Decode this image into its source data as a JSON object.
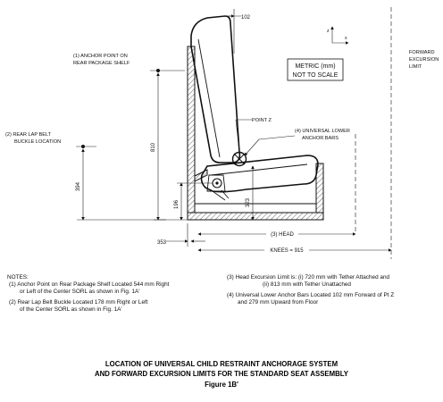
{
  "labels": {
    "anchor_rear_shelf_1": "(1) ANCHOR POINT ON",
    "anchor_rear_shelf_2": "REAR PACKAGE SHELF",
    "rear_lap_1": "(2) REAR LAP BELT",
    "rear_lap_2": "BUCKLE LOCATION",
    "point_z": "POINT Z",
    "lower_bars_1": "(4) UNIVERSAL LOWER",
    "lower_bars_2": "ANCHOR BARS",
    "fwd_1": "FORWARD",
    "fwd_2": "EXCURSION",
    "fwd_3": "LIMIT",
    "metric_1": "METRIC (mm)",
    "metric_2": "NOT TO SCALE",
    "axis_z": "z",
    "axis_x": "x"
  },
  "dimensions": {
    "d102": "102",
    "d810": "810",
    "d394": "394",
    "d196": "196",
    "d323": "323",
    "d353": "353",
    "head": "(3) HEAD",
    "knees": "KNEES = 915"
  },
  "notes": {
    "title": "NOTES:",
    "n1a": "(1) Anchor Point on Rear Package Shelf Located 544 mm Right",
    "n1b": "or Left of the Center SORL as shown in Fig. 1A'",
    "n2a": "(2) Rear Lap Belt Buckle Located 178 mm Right or Left",
    "n2b": "of the Center SORL as shown in Fig. 1A'",
    "n3a": "(3) Head Excursion Limit is: (i) 720 mm with Tether Attached and",
    "n3b": "(ii) 813 mm with Tether Unattached",
    "n4a": "(4) Universal Lower Anchor Bars Located 102 mm Forward of Pt Z",
    "n4b": "and 279 mm Upward from Floor"
  },
  "caption": {
    "line1": "LOCATION OF UNIVERSAL CHILD RESTRAINT ANCHORAGE SYSTEM",
    "line2": "AND FORWARD EXCURSION LIMITS FOR THE STANDARD SEAT ASSEMBLY",
    "line3": "Figure 1B'"
  }
}
